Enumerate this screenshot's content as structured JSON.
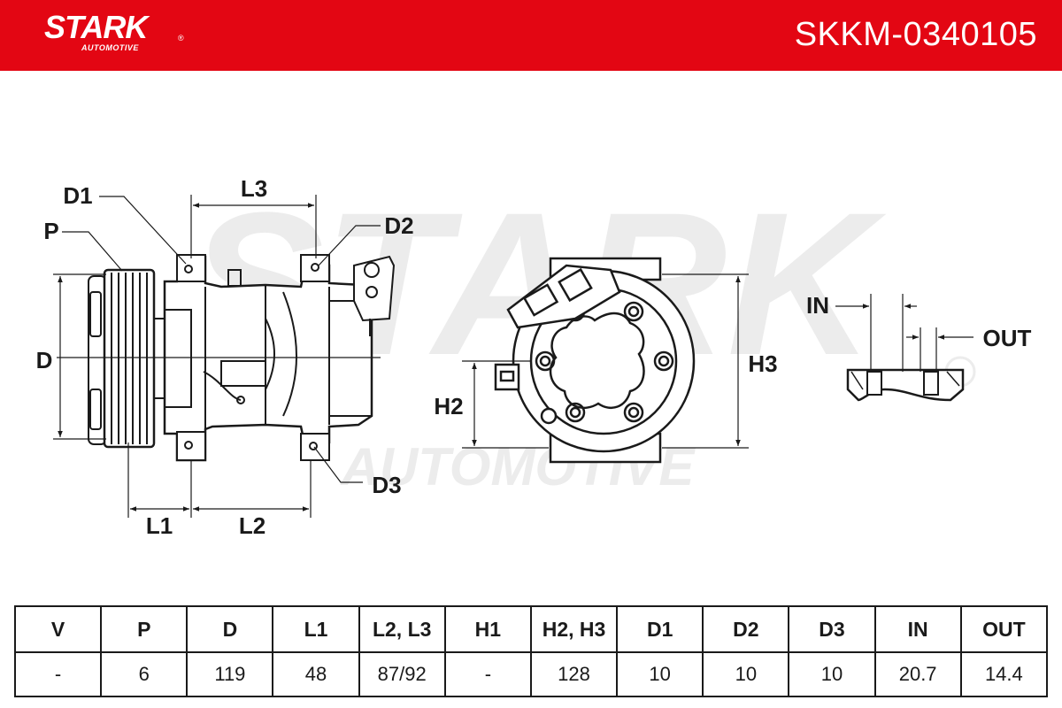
{
  "header": {
    "brand": "STARK",
    "brand_sub": "AUTOMOTIVE",
    "registered_mark": "®",
    "part_number": "SKKM-0340105",
    "accent_color": "#e30613"
  },
  "watermark": {
    "line1": "STARK",
    "line2": "AUTOMOTIVE"
  },
  "diagram": {
    "labels": {
      "D1": "D1",
      "P": "P",
      "L3": "L3",
      "D2": "D2",
      "D": "D",
      "D3": "D3",
      "L1": "L1",
      "L2": "L2",
      "H2": "H2",
      "H3": "H3",
      "IN": "IN",
      "OUT": "OUT"
    }
  },
  "table": {
    "headers": [
      "V",
      "P",
      "D",
      "L1",
      "L2, L3",
      "H1",
      "H2, H3",
      "D1",
      "D2",
      "D3",
      "IN",
      "OUT"
    ],
    "values": [
      "-",
      "6",
      "119",
      "48",
      "87/92",
      "-",
      "128",
      "10",
      "10",
      "10",
      "20.7",
      "14.4"
    ]
  }
}
